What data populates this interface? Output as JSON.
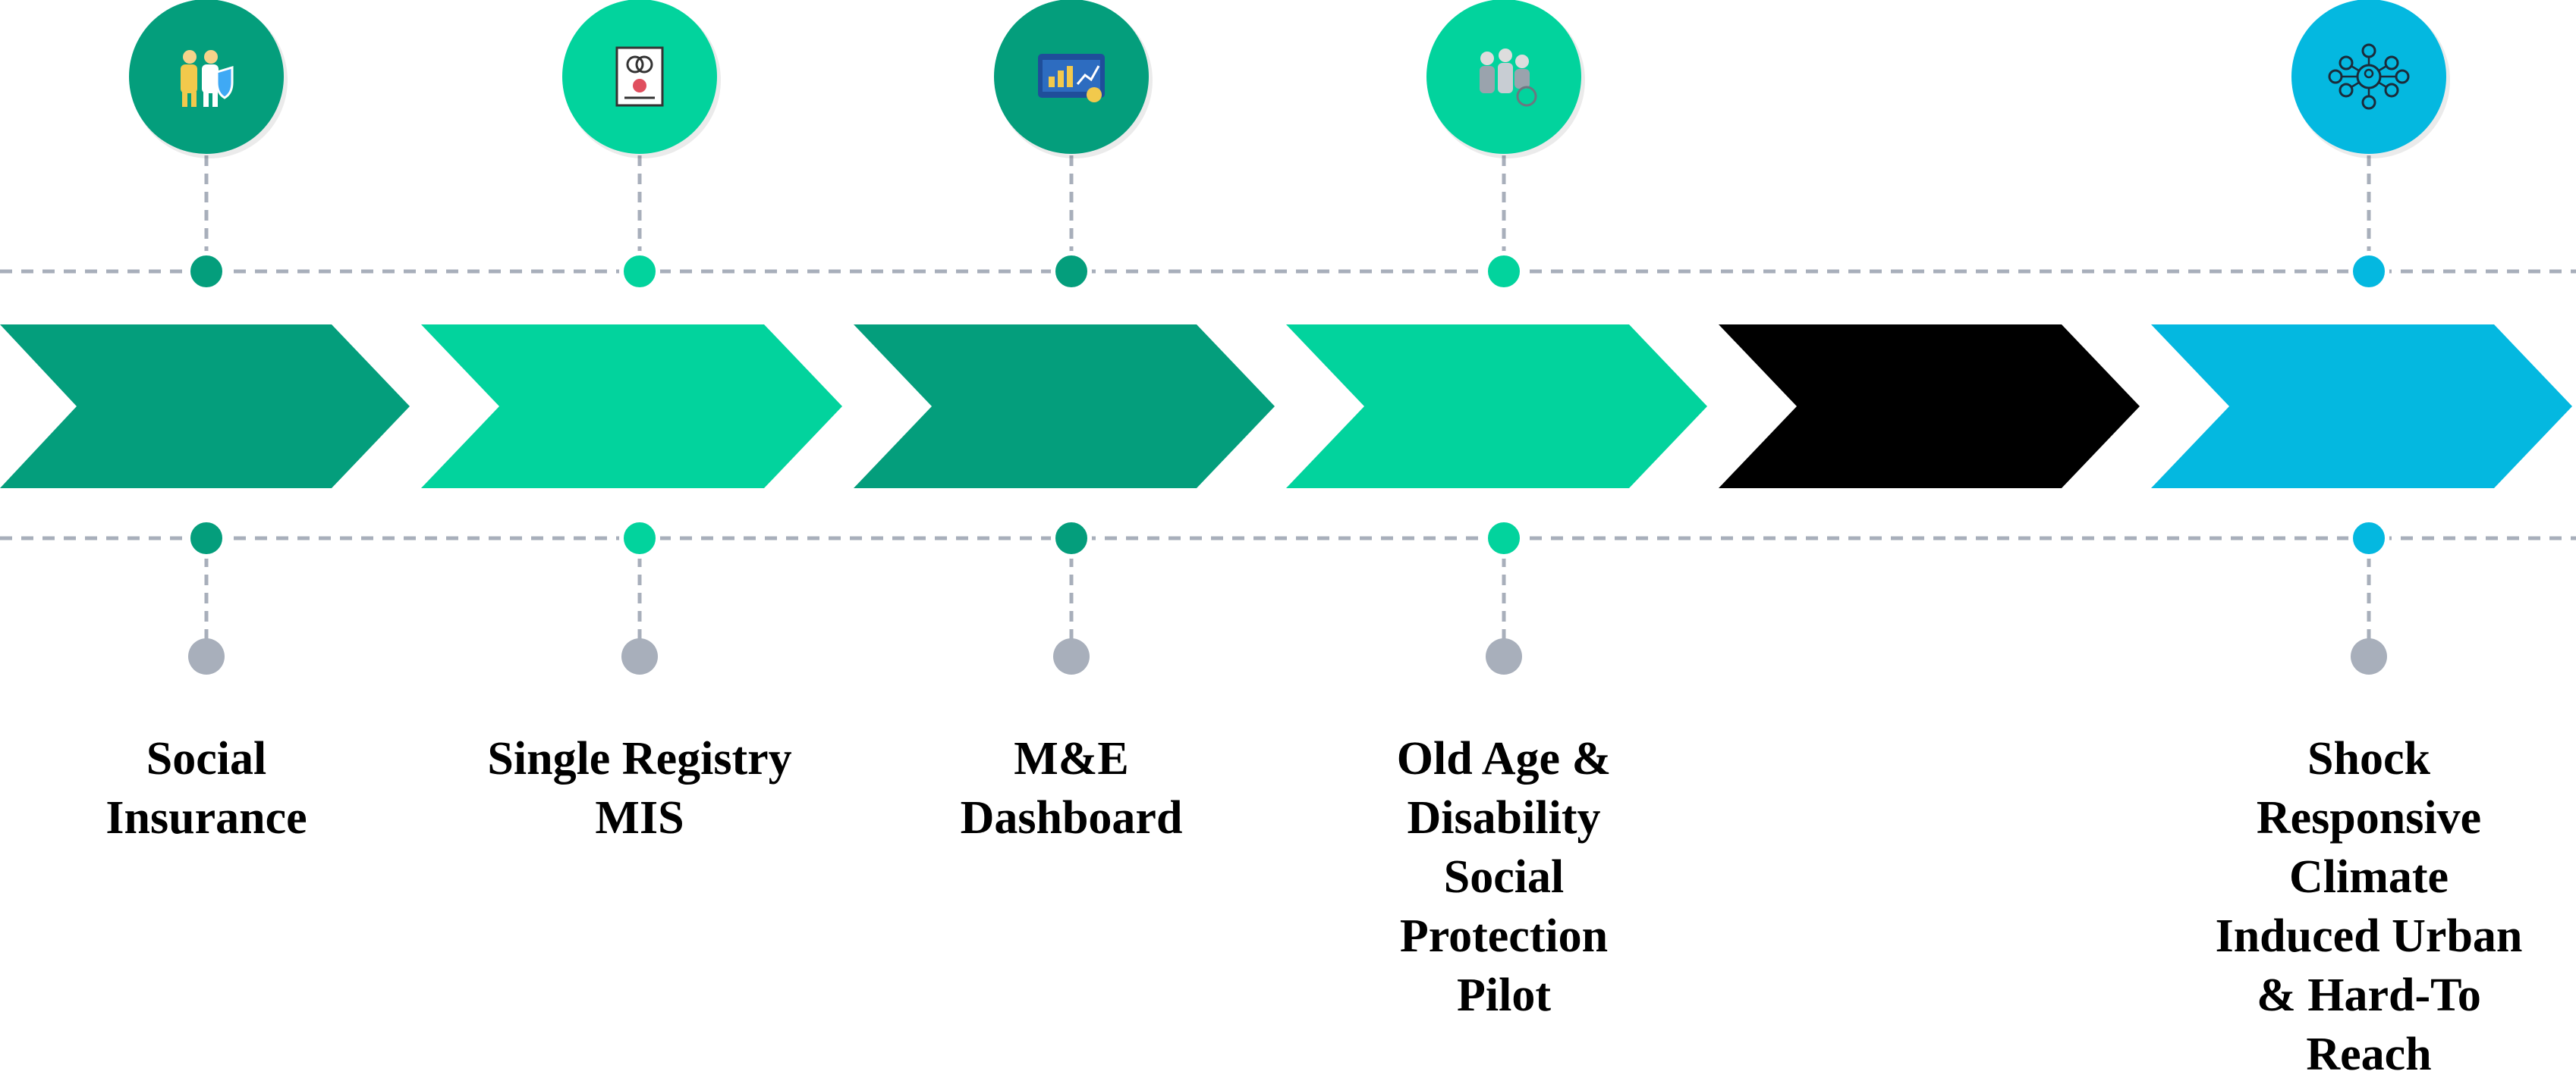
{
  "colors": {
    "dark_green": "#049E7C",
    "light_green": "#02D39D",
    "black": "#000000",
    "cyan": "#04B8E0",
    "dashed_line": "#A8AFBB",
    "grey_dot": "#A8AFBB"
  },
  "steps": [
    {
      "label": "Social\nInsurance",
      "icon": "family-insurance-shield-icon",
      "color": "#049E7C"
    },
    {
      "label": "Single Registry\nMIS",
      "icon": "registry-certificate-icon",
      "color": "#02D39D"
    },
    {
      "label": "M&E\nDashboard",
      "icon": "analytics-dashboard-icon",
      "color": "#049E7C"
    },
    {
      "label": "Old Age &\nDisability\nSocial\nProtection\nPilot",
      "icon": "elderly-disability-group-icon",
      "color": "#02D39D"
    },
    {
      "label": "",
      "icon": "",
      "color": "#000000"
    },
    {
      "label": "Shock\nResponsive\nClimate\nInduced Urban\n& Hard-To\nReach",
      "icon": "network-people-icon",
      "color": "#04B8E0"
    }
  ]
}
